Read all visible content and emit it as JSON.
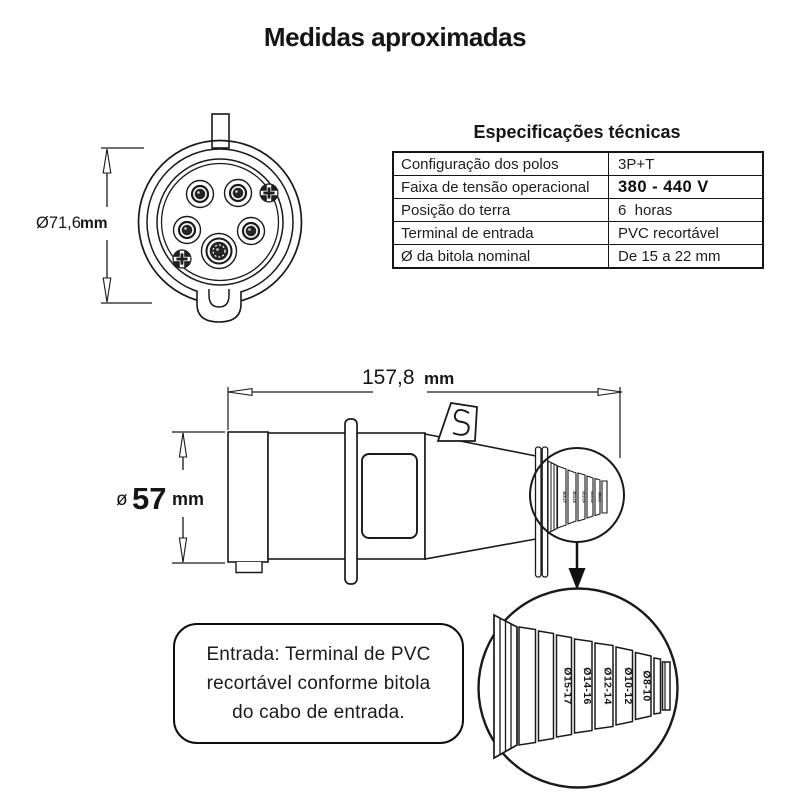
{
  "title": "Medidas aproximadas",
  "front_view": {
    "diameter_value": "Ø71,6",
    "diameter_unit": "mm"
  },
  "specs_table": {
    "title": "Especificações técnicas",
    "rows": [
      {
        "label": "Configuração dos polos",
        "value": "3P+T"
      },
      {
        "label": "Faixa de tensão operacional",
        "value": "380 - 440 V"
      },
      {
        "label": "Posição do terra",
        "value": "6  horas"
      },
      {
        "label": "Terminal de entrada",
        "value": "PVC recortável"
      },
      {
        "label": "Ø da bitola nominal",
        "value": "De 15 a 22 mm"
      }
    ]
  },
  "side_view": {
    "length_value": "157,8",
    "length_unit": "mm",
    "diameter_symbol": "ø",
    "diameter_value": "57",
    "diameter_unit": "mm"
  },
  "terminal_detail": {
    "step_labels": [
      "Ø15-17",
      "Ø14-16",
      "Ø12-14",
      "Ø10-12",
      "Ø8-10"
    ]
  },
  "note": {
    "lines": [
      "Entrada: Terminal de PVC",
      "recortável conforme bitola",
      "do cabo de entrada."
    ]
  }
}
